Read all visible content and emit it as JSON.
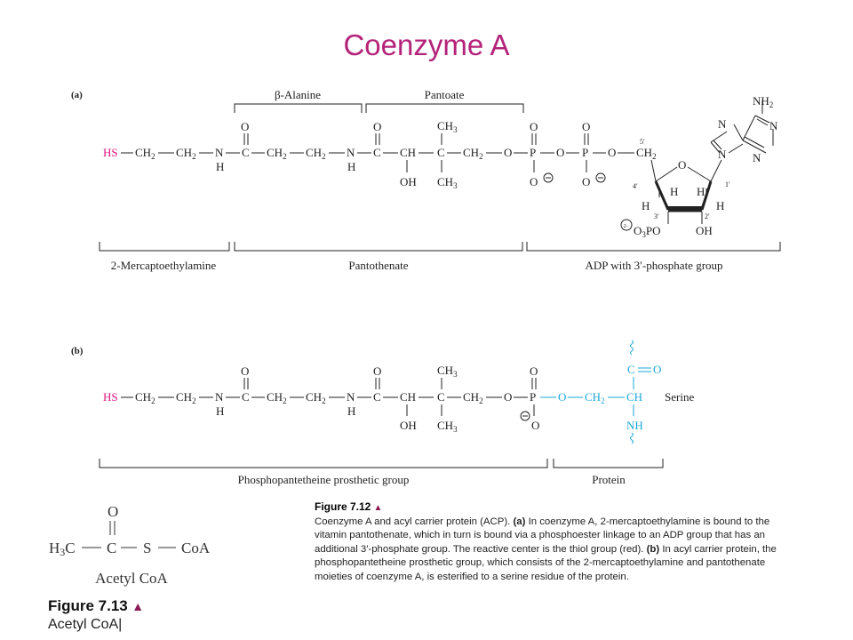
{
  "title": "Coenzyme A",
  "colors": {
    "title": "#b4237a",
    "thiol": "#e0137f",
    "serine": "#1aa7d8",
    "text": "#222222",
    "accent_triangle": "#8b1a55"
  },
  "panel_a": {
    "label": "(a)",
    "brackets": {
      "alanine": "β-Alanine",
      "pantoate": "Pantoate"
    },
    "chain": {
      "hs": "HS",
      "ch2": "CH",
      "sub2": "2",
      "n": "N",
      "h": "H",
      "c": "C",
      "o": "O",
      "ch": "CH",
      "ch3": "CH",
      "sub3": "3",
      "oh": "OH",
      "p": "P",
      "dbl": "‖",
      "single": "|"
    },
    "adenine": {
      "nh2": "NH",
      "n": "N",
      "sub2": "2"
    },
    "ribose": {
      "o": "O",
      "h": "H",
      "oh": "OH",
      "po": "O",
      "po_sub": "3",
      "po_tail": "PO",
      "charge": "2−",
      "c5": "5′",
      "c4": "4′",
      "c3": "3′",
      "c2": "2′",
      "c1": "1′"
    },
    "segments": {
      "mercapto": "2-Mercaptoethylamine",
      "pantothenate": "Pantothenate",
      "adp": "ADP with 3′-phosphate group"
    }
  },
  "panel_b": {
    "label": "(b)",
    "serine_label": "Serine",
    "serine": {
      "c": "C",
      "o": "O",
      "ch": "CH",
      "nh": "NH",
      "ch2": "CH",
      "sub2": "2"
    },
    "segments": {
      "prosthetic": "Phosphopantetheine prosthetic group",
      "protein": "Protein"
    }
  },
  "acetyl": {
    "h3c": "H",
    "sub3": "3",
    "c_tail": "C",
    "c": "C",
    "s": "S",
    "coa": "CoA",
    "o": "O",
    "name": "Acetyl CoA"
  },
  "caption_712": {
    "fig_label": "Figure 7.12",
    "triangle": "▲",
    "part1": "Coenzyme A and acyl carrier protein (ACP). ",
    "a_label": "(a)",
    "part2": " In coenzyme A, 2-mercaptoethylamine is bound to the vitamin pantothenate, which in turn is bound via a phosphoester linkage to an ADP group that has an additional 3′-phosphate group. The reactive center is the thiol group (red). ",
    "b_label": "(b)",
    "part3": " In acyl carrier protein, the phosphopantetheine prosthetic group, which consists of the 2-mercaptoethylamine and pantothenate moieties of coenzyme A, is esterified to a serine residue of the protein."
  },
  "caption_713": {
    "fig_label": "Figure 7.13",
    "triangle": "▲",
    "text": "Acetyl CoA|"
  }
}
